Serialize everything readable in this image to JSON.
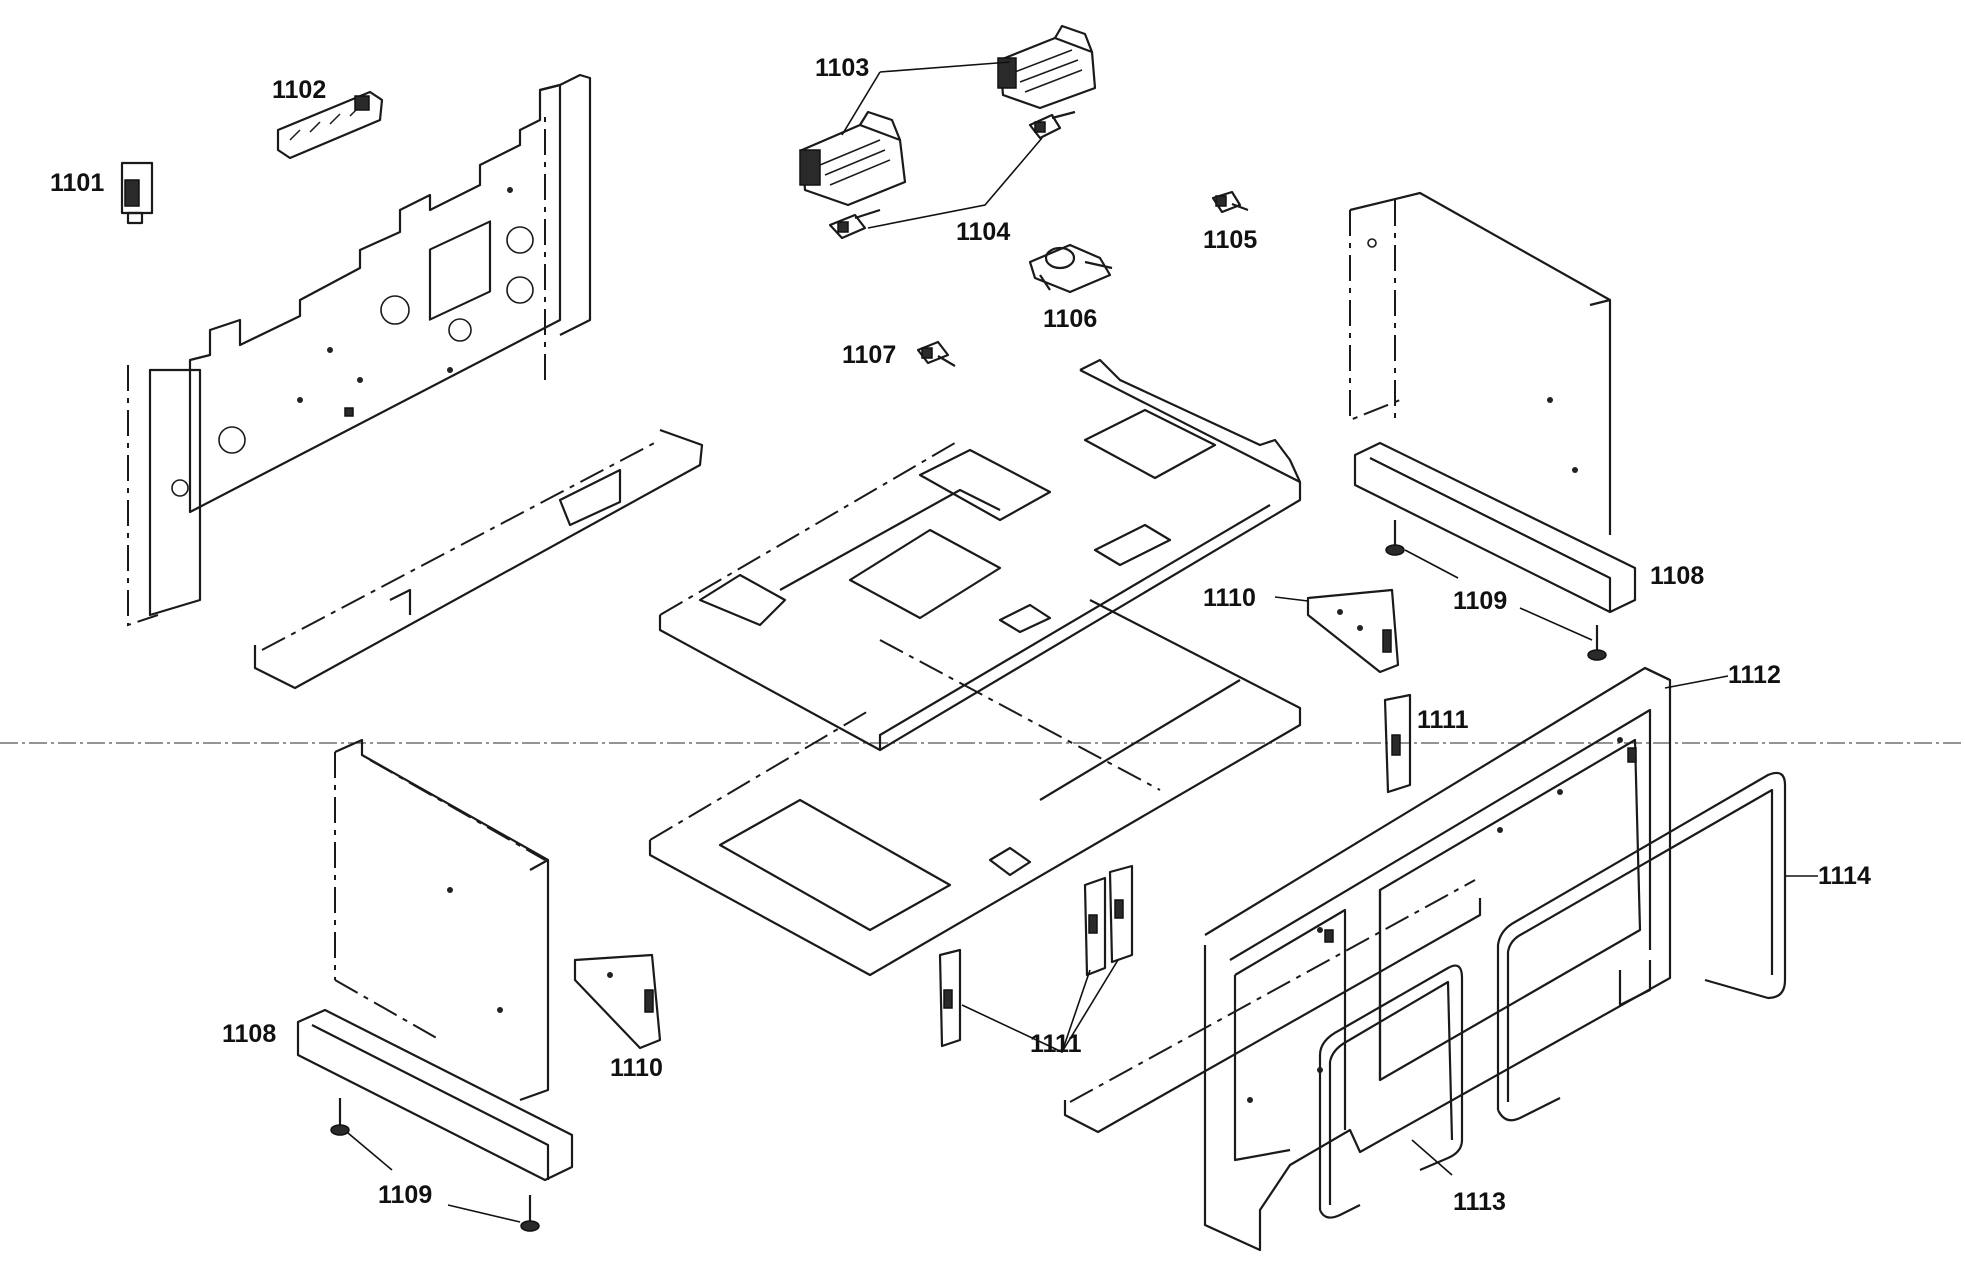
{
  "callouts": {
    "p1101": "1101",
    "p1102": "1102",
    "p1103": "1103",
    "p1104": "1104",
    "p1105": "1105",
    "p1106": "1106",
    "p1107": "1107",
    "p1108a": "1108",
    "p1108b": "1108",
    "p1109a": "1109",
    "p1109b": "1109",
    "p1110a": "1110",
    "p1110b": "1110",
    "p1111a": "1111",
    "p1111b": "1111",
    "p1112": "1112",
    "p1113": "1113",
    "p1114": "1114"
  }
}
